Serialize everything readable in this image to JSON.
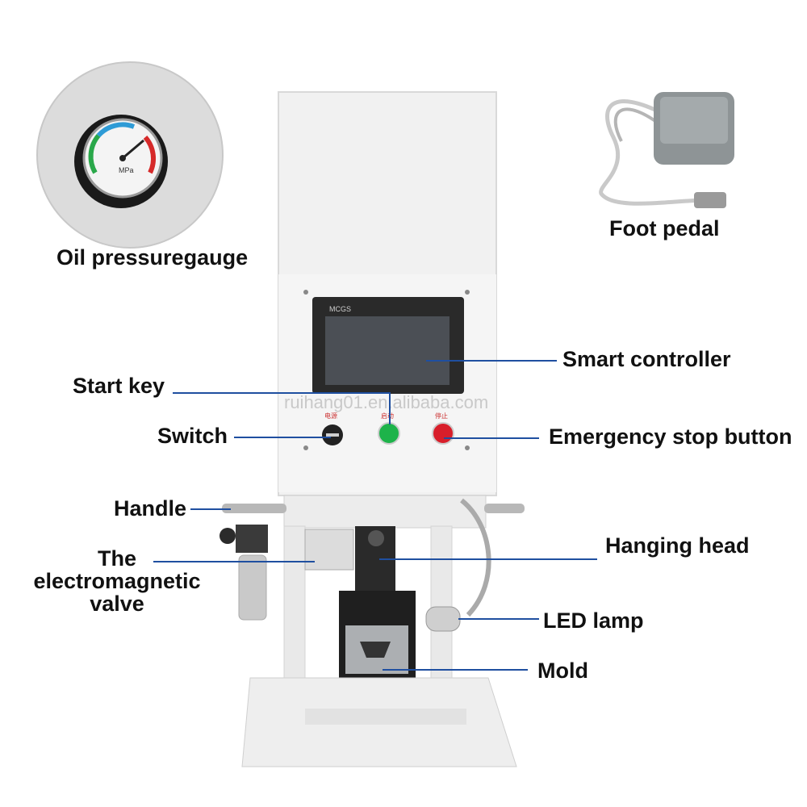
{
  "callouts": {
    "oil_gauge": "Oil pressuregauge",
    "foot_pedal": "Foot pedal",
    "smart_controller": "Smart controller",
    "start_key": "Start key",
    "switch": "Switch",
    "emergency_stop": "Emergency stop button",
    "handle": "Handle",
    "valve_line1": "The",
    "valve_line2": "electromagnetic",
    "valve_line3": "valve",
    "hanging_head": "Hanging head",
    "led_lamp": "LED lamp",
    "mold": "Mold"
  },
  "device": {
    "screen_brand": "MCGS",
    "button_switch_label": "电源",
    "button_start_label": "启动",
    "button_stop_label": "停止",
    "gauge_unit": "MPa"
  },
  "watermark": "ruihang01.en.alibaba.com",
  "colors": {
    "leader_line": "#1f4fa0",
    "cabinet": "#f1f1f1",
    "start_button": "#1db34a",
    "stop_button": "#d81e2a"
  }
}
